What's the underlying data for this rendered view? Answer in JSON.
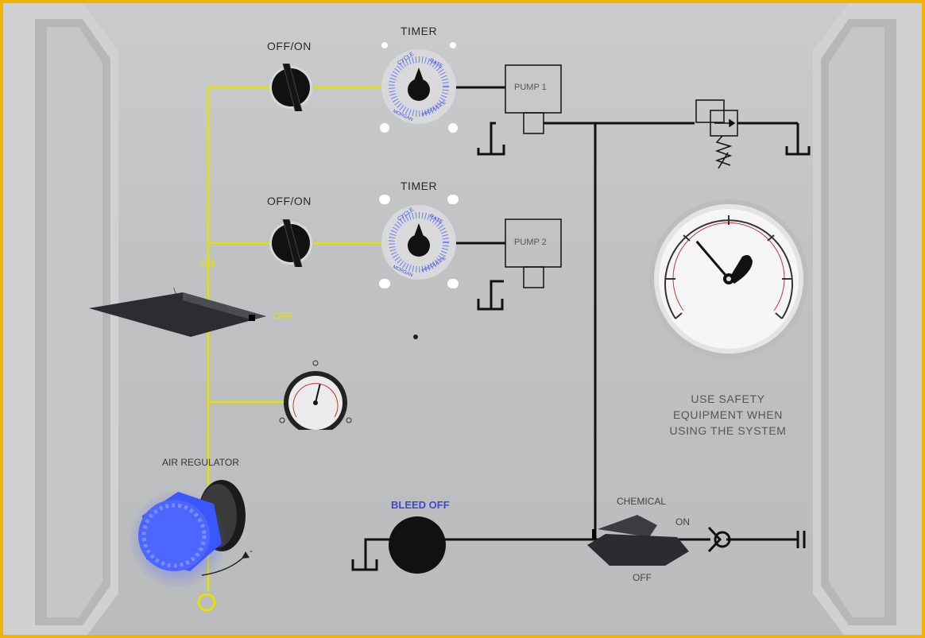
{
  "panel": {
    "switch_labels": [
      "OFF/ON",
      "OFF/ON"
    ],
    "timer_label": "TIMER",
    "timer_dial": {
      "cycle": "CYCLE",
      "rate": "RATE",
      "brand_left": "MORGAN",
      "brand_right": "PRODUCTS"
    },
    "pump1_label": "PUMP 1",
    "pump2_label": "PUMP 2",
    "main_valve": {
      "on_label": "ON",
      "off_label": "OFF"
    },
    "air_regulator_label": "AIR REGULATOR",
    "regulator_sign": "-",
    "bleed_off_label": "BLEED OFF",
    "chemical_valve": {
      "label": "CHEMICAL",
      "on_label": "ON",
      "off_label": "OFF"
    },
    "safety_lines": [
      "USE SAFETY",
      "EQUIPMENT WHEN",
      "USING THE SYSTEM"
    ]
  },
  "colors": {
    "air_line": "#e6e200",
    "fluid_line": "#111111",
    "regulator_knob": "#3b55ff",
    "frame": "#f0b400"
  },
  "gauges": {
    "main_gauge_needle_fraction": 0.35,
    "small_gauge_needle_fraction": 0.55
  }
}
